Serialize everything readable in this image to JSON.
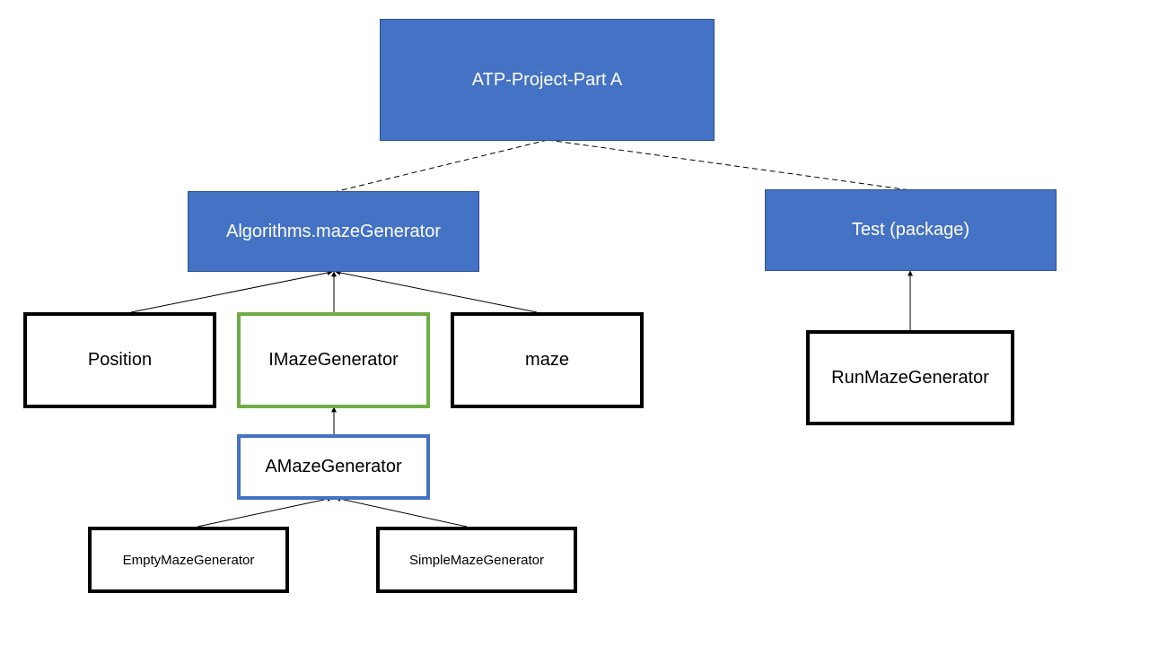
{
  "diagram": {
    "root": {
      "label": "ATP-Project-Part A"
    },
    "packages": {
      "algorithms": {
        "label": "Algorithms.mazeGenerator"
      },
      "test": {
        "label": "Test (package)"
      }
    },
    "classes": {
      "position": {
        "label": "Position"
      },
      "imaze_generator": {
        "label": "IMazeGenerator"
      },
      "maze": {
        "label": "maze"
      },
      "amaze_generator": {
        "label": "AMazeGenerator"
      },
      "empty_maze_generator": {
        "label": "EmptyMazeGenerator"
      },
      "simple_maze_generator": {
        "label": "SimpleMazeGenerator"
      },
      "run_maze_generator": {
        "label": "RunMazeGenerator"
      }
    },
    "colors": {
      "package_fill": "#4472c4",
      "package_text": "#ffffff",
      "class_border": "#000000",
      "interface_border": "#70ad47",
      "abstract_border": "#4472c4",
      "connector": "#000000"
    }
  }
}
